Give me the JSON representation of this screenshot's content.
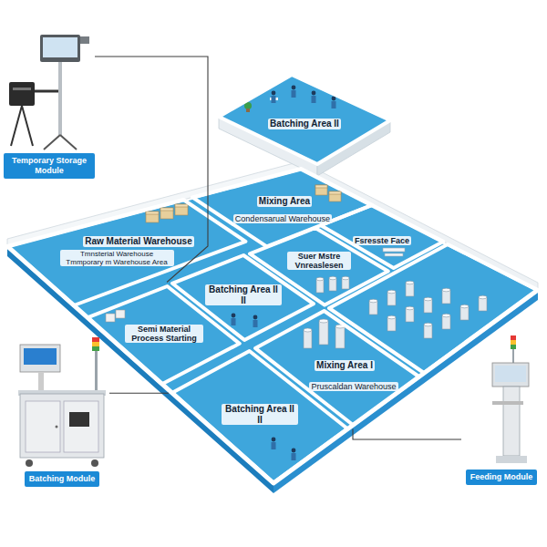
{
  "diagram": {
    "nodes": [
      {
        "text": [
          "Temporary Storage Module"
        ]
      },
      {
        "text": [
          "Batching Area II"
        ]
      },
      {
        "text": [
          "Raw Material Warehouse",
          "Tmnsterial Warehouse Tmmporary m Warehouse Area"
        ]
      },
      {
        "text": [
          "Mixing Area",
          "Condensarual Warehouse"
        ]
      },
      {
        "text": [
          "Fsresste Face"
        ]
      },
      {
        "text": [
          "Semi Material Process Starting"
        ]
      },
      {
        "text": [
          "Batching Area II II"
        ]
      },
      {
        "text": [
          "Suer Mstre Vnreaslesen"
        ]
      },
      {
        "text": [
          "Mixing Area I",
          "Pruscaldan Warehouse"
        ]
      },
      {
        "text": [
          "Batching Area II II"
        ]
      },
      {
        "text": [
          "Batching Module"
        ]
      },
      {
        "text": [
          "Feeding Module"
        ]
      }
    ],
    "edges": [
      {
        "from": 0,
        "to": 5,
        "arrow": "none"
      },
      {
        "from": 10,
        "to": 9,
        "arrow": "none"
      },
      {
        "from": 11,
        "to": 8,
        "arrow": "none"
      }
    ]
  }
}
